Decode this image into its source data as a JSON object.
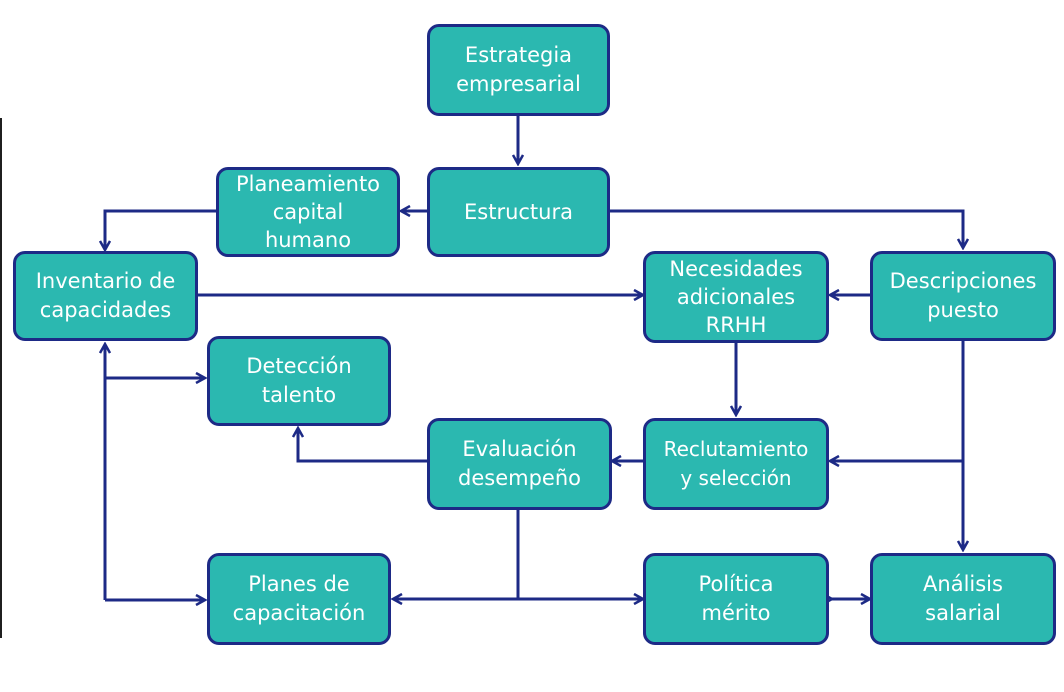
{
  "colors": {
    "box_fill": "#2bb8b0",
    "box_border": "#1d2a86",
    "connector": "#1d2a86",
    "text": "#ffffff"
  },
  "nodes": {
    "estrategia": "Estrategia\nempresarial",
    "estructura": "Estructura",
    "planeamiento": "Planeamiento\ncapital\nhumano",
    "inventario": "Inventario de\ncapacidades",
    "necesidades": "Necesidades\nadicionales\nRRHH",
    "descripciones": "Descripciones\npuesto",
    "deteccion": "Detección\ntalento",
    "evaluacion": "Evaluación\ndesempeño",
    "reclutamiento": "Reclutamiento\ny  selección",
    "planes": "Planes de\ncapacitación",
    "politica": "Política\nmérito",
    "analisis": "Análisis\nsalarial"
  },
  "edges": [
    {
      "from": "estrategia",
      "to": "estructura"
    },
    {
      "from": "estructura",
      "to": "planeamiento"
    },
    {
      "from": "estructura",
      "to": "descripciones"
    },
    {
      "from": "planeamiento",
      "to": "inventario"
    },
    {
      "from": "inventario",
      "to": "necesidades"
    },
    {
      "from": "descripciones",
      "to": "necesidades"
    },
    {
      "from": "necesidades",
      "to": "reclutamiento"
    },
    {
      "from": "descripciones",
      "to": "reclutamiento"
    },
    {
      "from": "descripciones",
      "to": "analisis"
    },
    {
      "from": "reclutamiento",
      "to": "evaluacion"
    },
    {
      "from": "evaluacion",
      "to": "deteccion"
    },
    {
      "from": "inventario",
      "to": "deteccion"
    },
    {
      "from": "inventario",
      "to": "planes"
    },
    {
      "from": "evaluacion",
      "to": "planes"
    },
    {
      "from": "evaluacion",
      "to": "politica"
    },
    {
      "from": "politica",
      "to": "analisis",
      "bidirectional": true
    }
  ]
}
